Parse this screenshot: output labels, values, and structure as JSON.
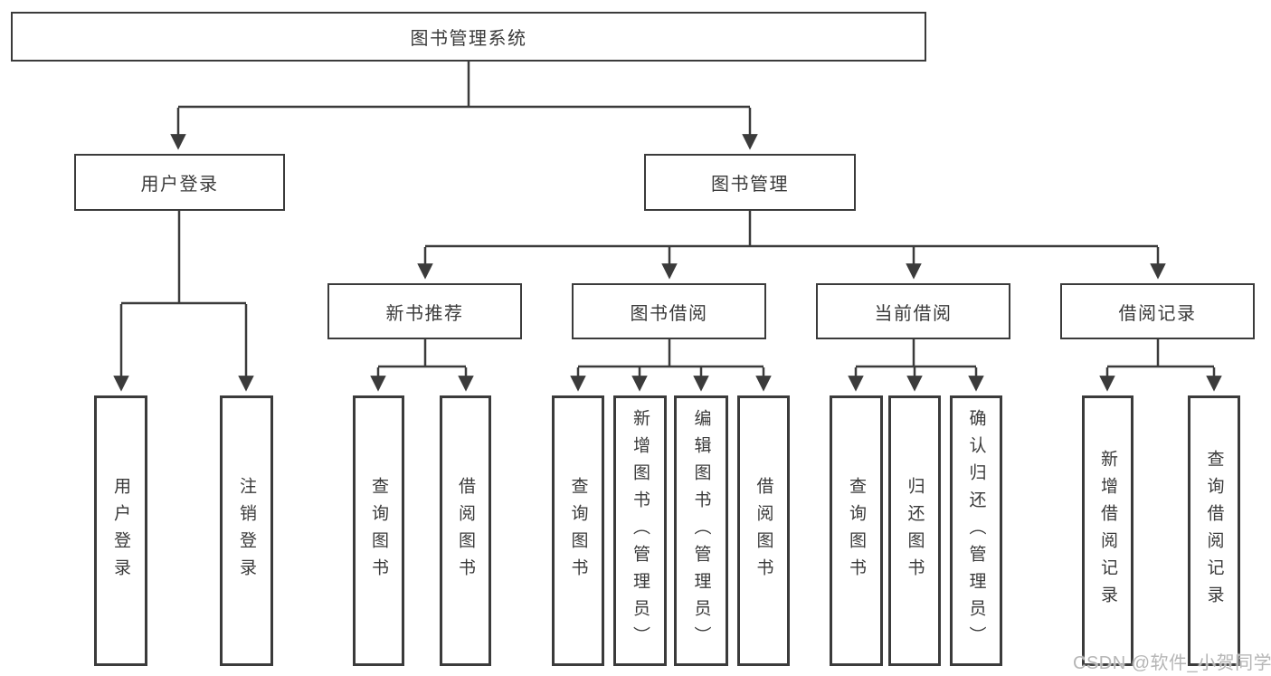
{
  "diagram": {
    "root": "图书管理系统",
    "user_login_branch": {
      "label": "用户登录",
      "children": [
        "用户登录",
        "注销登录"
      ]
    },
    "book_mgmt_branch": {
      "label": "图书管理",
      "groups": [
        {
          "label": "新书推荐",
          "children": [
            "查询图书",
            "借阅图书"
          ]
        },
        {
          "label": "图书借阅",
          "children": [
            "查询图书",
            "新增图书（管理员）",
            "编辑图书（管理员）",
            "借阅图书"
          ]
        },
        {
          "label": "当前借阅",
          "children": [
            "查询图书",
            "归还图书",
            "确认归还（管理员）"
          ]
        },
        {
          "label": "借阅记录",
          "children": [
            "新增借阅记录",
            "查询借阅记录"
          ]
        }
      ]
    }
  },
  "watermark": "CSDN @软件_小贺同学",
  "colors": {
    "line": "#3b3b3b",
    "box_border": "#3b3b3b",
    "text": "#3a3a3a",
    "watermark": "#b6b6b6",
    "background": "#ffffff"
  }
}
